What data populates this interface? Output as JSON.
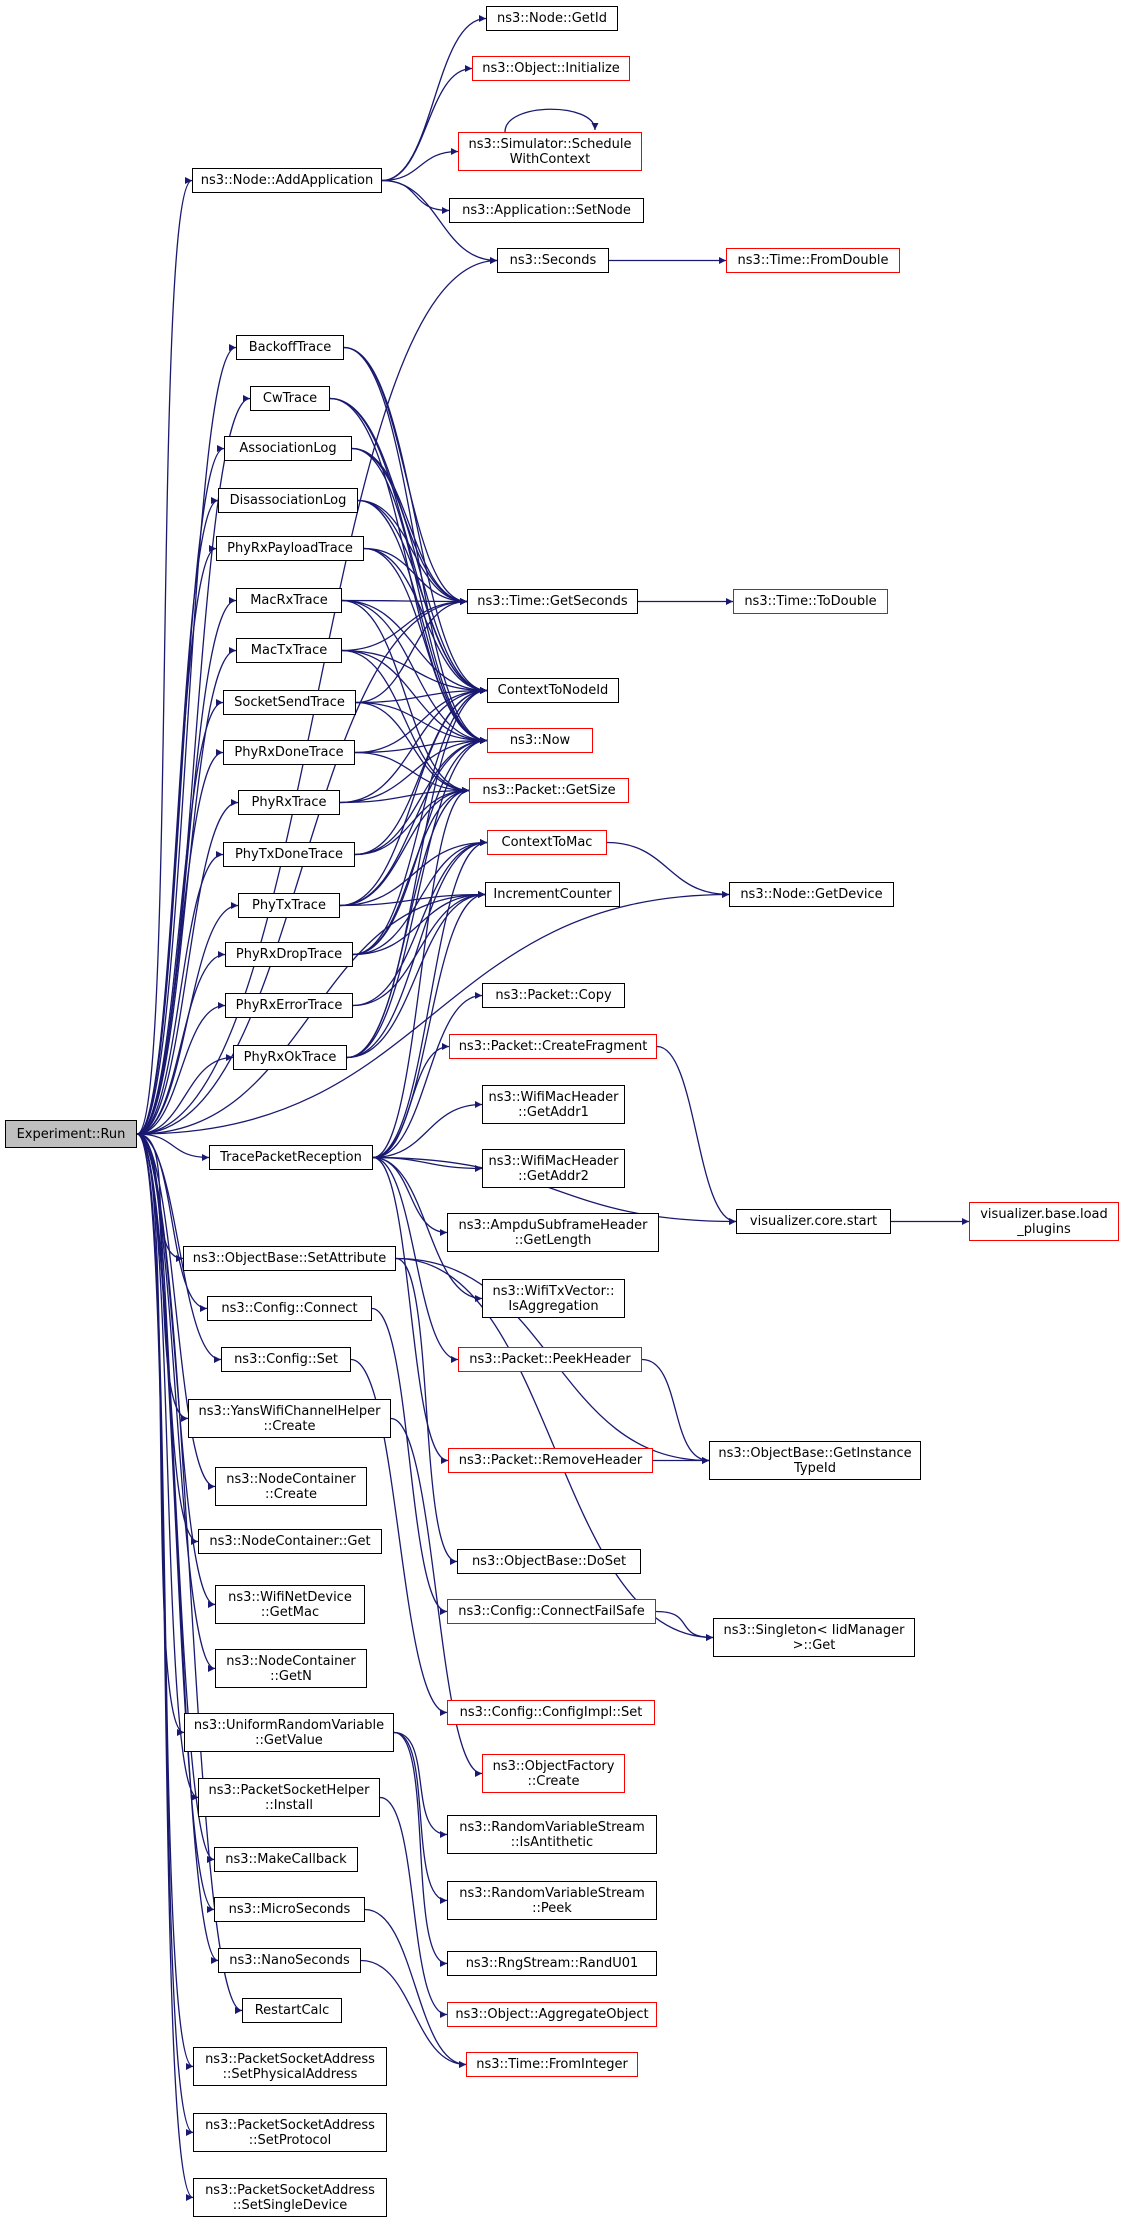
{
  "graph": {
    "colors": {
      "edge": "#191970",
      "link_border": "#ff0000",
      "node_border": "#000000",
      "root_fill": "#bfbfbf"
    },
    "nodes": [
      {
        "id": "root",
        "lines": [
          "Experiment::Run"
        ],
        "style": "root"
      },
      {
        "id": "addapp",
        "lines": [
          "ns3::Node::AddApplication"
        ],
        "style": "black"
      },
      {
        "id": "getid",
        "lines": [
          "ns3::Node::GetId"
        ],
        "style": "black"
      },
      {
        "id": "objinit",
        "lines": [
          "ns3::Object::Initialize"
        ],
        "style": "red"
      },
      {
        "id": "schedctx",
        "lines": [
          "ns3::Simulator::Schedule",
          "WithContext"
        ],
        "style": "red"
      },
      {
        "id": "setnode",
        "lines": [
          "ns3::Application::SetNode"
        ],
        "style": "black"
      },
      {
        "id": "seconds",
        "lines": [
          "ns3::Seconds"
        ],
        "style": "black"
      },
      {
        "id": "fromdouble",
        "lines": [
          "ns3::Time::FromDouble"
        ],
        "style": "red"
      },
      {
        "id": "backoff",
        "lines": [
          "BackoffTrace"
        ],
        "style": "black"
      },
      {
        "id": "cw",
        "lines": [
          "CwTrace"
        ],
        "style": "black"
      },
      {
        "id": "assoc",
        "lines": [
          "AssociationLog"
        ],
        "style": "black"
      },
      {
        "id": "disassoc",
        "lines": [
          "DisassociationLog"
        ],
        "style": "black"
      },
      {
        "id": "phyrxpayload",
        "lines": [
          "PhyRxPayloadTrace"
        ],
        "style": "black"
      },
      {
        "id": "macrx",
        "lines": [
          "MacRxTrace"
        ],
        "style": "black"
      },
      {
        "id": "mactx",
        "lines": [
          "MacTxTrace"
        ],
        "style": "black"
      },
      {
        "id": "socksend",
        "lines": [
          "SocketSendTrace"
        ],
        "style": "black"
      },
      {
        "id": "phyrxdone",
        "lines": [
          "PhyRxDoneTrace"
        ],
        "style": "black"
      },
      {
        "id": "phyrx",
        "lines": [
          "PhyRxTrace"
        ],
        "style": "black"
      },
      {
        "id": "phytxdone",
        "lines": [
          "PhyTxDoneTrace"
        ],
        "style": "black"
      },
      {
        "id": "phytx",
        "lines": [
          "PhyTxTrace"
        ],
        "style": "black"
      },
      {
        "id": "phyrxdrop",
        "lines": [
          "PhyRxDropTrace"
        ],
        "style": "black"
      },
      {
        "id": "phyrxerr",
        "lines": [
          "PhyRxErrorTrace"
        ],
        "style": "black"
      },
      {
        "id": "phyrxok",
        "lines": [
          "PhyRxOkTrace"
        ],
        "style": "black"
      },
      {
        "id": "getseconds",
        "lines": [
          "ns3::Time::GetSeconds"
        ],
        "style": "black"
      },
      {
        "id": "todouble",
        "lines": [
          "ns3::Time::ToDouble"
        ],
        "style": "red"
      },
      {
        "id": "ctxnode",
        "lines": [
          "ContextToNodeId"
        ],
        "style": "black"
      },
      {
        "id": "now",
        "lines": [
          "ns3::Now"
        ],
        "style": "red"
      },
      {
        "id": "getsize",
        "lines": [
          "ns3::Packet::GetSize"
        ],
        "style": "red"
      },
      {
        "id": "ctxmac",
        "lines": [
          "ContextToMac"
        ],
        "style": "red"
      },
      {
        "id": "inccounter",
        "lines": [
          "IncrementCounter"
        ],
        "style": "black"
      },
      {
        "id": "getdevice",
        "lines": [
          "ns3::Node::GetDevice"
        ],
        "style": "black"
      },
      {
        "id": "pktcopy",
        "lines": [
          "ns3::Packet::Copy"
        ],
        "style": "black"
      },
      {
        "id": "createfrag",
        "lines": [
          "ns3::Packet::CreateFragment"
        ],
        "style": "red"
      },
      {
        "id": "addr1",
        "lines": [
          "ns3::WifiMacHeader",
          "::GetAddr1"
        ],
        "style": "black"
      },
      {
        "id": "addr2",
        "lines": [
          "ns3::WifiMacHeader",
          "::GetAddr2"
        ],
        "style": "black"
      },
      {
        "id": "ampdu",
        "lines": [
          "ns3::AmpduSubframeHeader",
          "::GetLength"
        ],
        "style": "black"
      },
      {
        "id": "isagg",
        "lines": [
          "ns3::WifiTxVector::",
          "IsAggregation"
        ],
        "style": "black"
      },
      {
        "id": "tracepkt",
        "lines": [
          "TracePacketReception"
        ],
        "style": "black"
      },
      {
        "id": "vizstart",
        "lines": [
          "visualizer.core.start"
        ],
        "style": "black"
      },
      {
        "id": "vizload",
        "lines": [
          "visualizer.base.load",
          "_plugins"
        ],
        "style": "red"
      },
      {
        "id": "setattr",
        "lines": [
          "ns3::ObjectBase::SetAttribute"
        ],
        "style": "black"
      },
      {
        "id": "cfgconnect",
        "lines": [
          "ns3::Config::Connect"
        ],
        "style": "black"
      },
      {
        "id": "cfgset",
        "lines": [
          "ns3::Config::Set"
        ],
        "style": "black"
      },
      {
        "id": "peekhdr",
        "lines": [
          "ns3::Packet::PeekHeader"
        ],
        "style": "red"
      },
      {
        "id": "yanscreate",
        "lines": [
          "ns3::YansWifiChannelHelper",
          "::Create"
        ],
        "style": "black"
      },
      {
        "id": "removehdr",
        "lines": [
          "ns3::Packet::RemoveHeader"
        ],
        "style": "red"
      },
      {
        "id": "getinst",
        "lines": [
          "ns3::ObjectBase::GetInstance",
          "TypeId"
        ],
        "style": "black"
      },
      {
        "id": "nccreate",
        "lines": [
          "ns3::NodeContainer",
          "::Create"
        ],
        "style": "black"
      },
      {
        "id": "ncget",
        "lines": [
          "ns3::NodeContainer::Get"
        ],
        "style": "black"
      },
      {
        "id": "doset",
        "lines": [
          "ns3::ObjectBase::DoSet"
        ],
        "style": "black"
      },
      {
        "id": "getmac",
        "lines": [
          "ns3::WifiNetDevice",
          "::GetMac"
        ],
        "style": "black"
      },
      {
        "id": "connfail",
        "lines": [
          "ns3::Config::ConnectFailSafe"
        ],
        "style": "red"
      },
      {
        "id": "singleton",
        "lines": [
          "ns3::Singleton< IidManager",
          ">::Get"
        ],
        "style": "black"
      },
      {
        "id": "getn",
        "lines": [
          "ns3::NodeContainer",
          "::GetN"
        ],
        "style": "black"
      },
      {
        "id": "cfgimplset",
        "lines": [
          "ns3::Config::ConfigImpl::Set"
        ],
        "style": "red"
      },
      {
        "id": "urvget",
        "lines": [
          "ns3::UniformRandomVariable",
          "::GetValue"
        ],
        "style": "black"
      },
      {
        "id": "objfactory",
        "lines": [
          "ns3::ObjectFactory",
          "::Create"
        ],
        "style": "red"
      },
      {
        "id": "psinstall",
        "lines": [
          "ns3::PacketSocketHelper",
          "::Install"
        ],
        "style": "black"
      },
      {
        "id": "isanti",
        "lines": [
          "ns3::RandomVariableStream",
          "::IsAntithetic"
        ],
        "style": "black"
      },
      {
        "id": "makecb",
        "lines": [
          "ns3::MakeCallback"
        ],
        "style": "black"
      },
      {
        "id": "peek",
        "lines": [
          "ns3::RandomVariableStream",
          "::Peek"
        ],
        "style": "black"
      },
      {
        "id": "micro",
        "lines": [
          "ns3::MicroSeconds"
        ],
        "style": "black"
      },
      {
        "id": "nano",
        "lines": [
          "ns3::NanoSeconds"
        ],
        "style": "black"
      },
      {
        "id": "randu01",
        "lines": [
          "ns3::RngStream::RandU01"
        ],
        "style": "black"
      },
      {
        "id": "restart",
        "lines": [
          "RestartCalc"
        ],
        "style": "black"
      },
      {
        "id": "aggobj",
        "lines": [
          "ns3::Object::AggregateObject"
        ],
        "style": "red"
      },
      {
        "id": "fromint",
        "lines": [
          "ns3::Time::FromInteger"
        ],
        "style": "red"
      },
      {
        "id": "setphys",
        "lines": [
          "ns3::PacketSocketAddress",
          "::SetPhysicalAddress"
        ],
        "style": "black"
      },
      {
        "id": "setproto",
        "lines": [
          "ns3::PacketSocketAddress",
          "::SetProtocol"
        ],
        "style": "black"
      },
      {
        "id": "setsingle",
        "lines": [
          "ns3::PacketSocketAddress",
          "::SetSingleDevice"
        ],
        "style": "black"
      }
    ],
    "edges": [
      [
        "root",
        "addapp"
      ],
      [
        "root",
        "seconds"
      ],
      [
        "root",
        "getseconds"
      ],
      [
        "root",
        "backoff"
      ],
      [
        "root",
        "cw"
      ],
      [
        "root",
        "assoc"
      ],
      [
        "root",
        "disassoc"
      ],
      [
        "root",
        "phyrxpayload"
      ],
      [
        "root",
        "macrx"
      ],
      [
        "root",
        "mactx"
      ],
      [
        "root",
        "socksend"
      ],
      [
        "root",
        "phyrxdone"
      ],
      [
        "root",
        "phyrx"
      ],
      [
        "root",
        "phytxdone"
      ],
      [
        "root",
        "phytx"
      ],
      [
        "root",
        "phyrxdrop"
      ],
      [
        "root",
        "phyrxerr"
      ],
      [
        "root",
        "phyrxok"
      ],
      [
        "root",
        "inccounter"
      ],
      [
        "root",
        "getdevice"
      ],
      [
        "root",
        "tracepkt"
      ],
      [
        "root",
        "setattr"
      ],
      [
        "root",
        "cfgconnect"
      ],
      [
        "root",
        "cfgset"
      ],
      [
        "root",
        "yanscreate"
      ],
      [
        "root",
        "nccreate"
      ],
      [
        "root",
        "ncget"
      ],
      [
        "root",
        "getmac"
      ],
      [
        "root",
        "getn"
      ],
      [
        "root",
        "urvget"
      ],
      [
        "root",
        "psinstall"
      ],
      [
        "root",
        "makecb"
      ],
      [
        "root",
        "micro"
      ],
      [
        "root",
        "nano"
      ],
      [
        "root",
        "restart"
      ],
      [
        "root",
        "setphys"
      ],
      [
        "root",
        "setproto"
      ],
      [
        "root",
        "setsingle"
      ],
      [
        "addapp",
        "getid"
      ],
      [
        "addapp",
        "objinit"
      ],
      [
        "addapp",
        "schedctx"
      ],
      [
        "addapp",
        "setnode"
      ],
      [
        "addapp",
        "seconds"
      ],
      [
        "schedctx",
        "schedctx"
      ],
      [
        "seconds",
        "fromdouble"
      ],
      [
        "backoff",
        "getseconds"
      ],
      [
        "backoff",
        "ctxnode"
      ],
      [
        "backoff",
        "now"
      ],
      [
        "cw",
        "getseconds"
      ],
      [
        "cw",
        "ctxnode"
      ],
      [
        "cw",
        "now"
      ],
      [
        "assoc",
        "ctxnode"
      ],
      [
        "assoc",
        "now"
      ],
      [
        "assoc",
        "getseconds"
      ],
      [
        "disassoc",
        "ctxnode"
      ],
      [
        "disassoc",
        "now"
      ],
      [
        "disassoc",
        "getseconds"
      ],
      [
        "phyrxpayload",
        "ctxnode"
      ],
      [
        "phyrxpayload",
        "now"
      ],
      [
        "phyrxpayload",
        "getseconds"
      ],
      [
        "macrx",
        "getseconds"
      ],
      [
        "macrx",
        "ctxnode"
      ],
      [
        "macrx",
        "now"
      ],
      [
        "macrx",
        "getsize"
      ],
      [
        "mactx",
        "getseconds"
      ],
      [
        "mactx",
        "ctxnode"
      ],
      [
        "mactx",
        "now"
      ],
      [
        "mactx",
        "getsize"
      ],
      [
        "socksend",
        "getseconds"
      ],
      [
        "socksend",
        "ctxnode"
      ],
      [
        "socksend",
        "now"
      ],
      [
        "socksend",
        "getsize"
      ],
      [
        "phyrxdone",
        "ctxnode"
      ],
      [
        "phyrxdone",
        "now"
      ],
      [
        "phyrxdone",
        "getsize"
      ],
      [
        "phyrx",
        "ctxnode"
      ],
      [
        "phyrx",
        "now"
      ],
      [
        "phyrx",
        "getsize"
      ],
      [
        "phytxdone",
        "ctxnode"
      ],
      [
        "phytxdone",
        "now"
      ],
      [
        "phytxdone",
        "getsize"
      ],
      [
        "phytx",
        "ctxnode"
      ],
      [
        "phytx",
        "now"
      ],
      [
        "phytx",
        "getsize"
      ],
      [
        "phytx",
        "ctxmac"
      ],
      [
        "phytx",
        "inccounter"
      ],
      [
        "phyrxdrop",
        "ctxnode"
      ],
      [
        "phyrxdrop",
        "now"
      ],
      [
        "phyrxdrop",
        "getsize"
      ],
      [
        "phyrxdrop",
        "ctxmac"
      ],
      [
        "phyrxdrop",
        "inccounter"
      ],
      [
        "phyrxerr",
        "ctxmac"
      ],
      [
        "phyrxerr",
        "inccounter"
      ],
      [
        "phyrxok",
        "ctxnode"
      ],
      [
        "phyrxok",
        "now"
      ],
      [
        "phyrxok",
        "getsize"
      ],
      [
        "phyrxok",
        "ctxmac"
      ],
      [
        "phyrxok",
        "inccounter"
      ],
      [
        "getseconds",
        "todouble"
      ],
      [
        "ctxmac",
        "getdevice"
      ],
      [
        "tracepkt",
        "pktcopy"
      ],
      [
        "tracepkt",
        "createfrag"
      ],
      [
        "tracepkt",
        "addr1"
      ],
      [
        "tracepkt",
        "addr2"
      ],
      [
        "tracepkt",
        "ampdu"
      ],
      [
        "tracepkt",
        "isagg"
      ],
      [
        "tracepkt",
        "peekhdr"
      ],
      [
        "tracepkt",
        "removehdr"
      ],
      [
        "tracepkt",
        "ctxmac"
      ],
      [
        "tracepkt",
        "getsize"
      ],
      [
        "tracepkt",
        "inccounter"
      ],
      [
        "tracepkt",
        "vizstart"
      ],
      [
        "createfrag",
        "vizstart"
      ],
      [
        "vizstart",
        "vizload"
      ],
      [
        "peekhdr",
        "getinst"
      ],
      [
        "removehdr",
        "getinst"
      ],
      [
        "setattr",
        "getinst"
      ],
      [
        "setattr",
        "doset"
      ],
      [
        "setattr",
        "singleton"
      ],
      [
        "cfgconnect",
        "connfail"
      ],
      [
        "cfgset",
        "cfgimplset"
      ],
      [
        "yanscreate",
        "objfactory"
      ],
      [
        "connfail",
        "singleton"
      ],
      [
        "urvget",
        "isanti"
      ],
      [
        "urvget",
        "peek"
      ],
      [
        "urvget",
        "randu01"
      ],
      [
        "psinstall",
        "aggobj"
      ],
      [
        "micro",
        "fromint"
      ],
      [
        "nano",
        "fromint"
      ]
    ]
  }
}
